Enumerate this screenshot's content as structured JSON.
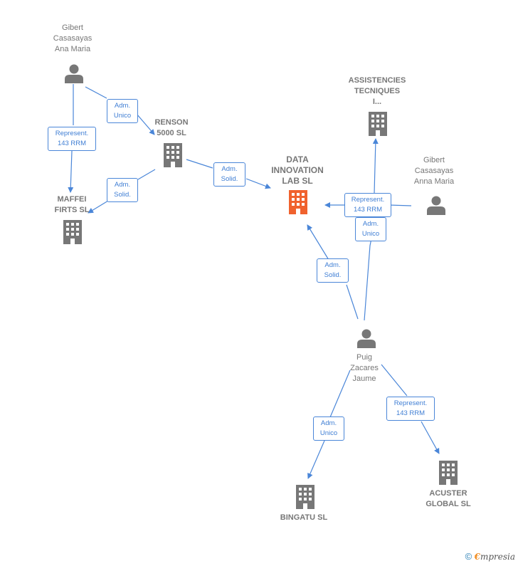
{
  "nodes": {
    "gibert_ana": [
      "Gibert",
      "Casasayas",
      "Ana Maria"
    ],
    "renson": [
      "RENSON",
      "5000  SL"
    ],
    "maffei": [
      "MAFFEI",
      "FIRTS  SL"
    ],
    "data_innovation": [
      "DATA",
      "INNOVATION",
      "LAB  SL"
    ],
    "assistencies": [
      "ASSISTENCIES",
      "TECNIQUES",
      "I..."
    ],
    "gibert_anna": [
      "Gibert",
      "Casasayas",
      "Anna Maria"
    ],
    "puig": [
      "Puig",
      "Zacares",
      "Jaume"
    ],
    "bingatu": [
      "BINGATU  SL"
    ],
    "acuster": [
      "ACUSTER",
      "GLOBAL SL"
    ]
  },
  "relations": {
    "r1": [
      "Adm.",
      "Unico"
    ],
    "r2": [
      "Represent.",
      "143 RRM"
    ],
    "r3": [
      "Adm.",
      "Solid."
    ],
    "r4": [
      "Adm.",
      "Solid."
    ],
    "r5": [
      "Represent.",
      "143 RRM"
    ],
    "r6": [
      "Adm.",
      "Unico"
    ],
    "r7": [
      "Adm.",
      "Solid."
    ],
    "r8": [
      "Adm.",
      "Unico"
    ],
    "r9": [
      "Represent.",
      "143 RRM"
    ]
  },
  "footer": {
    "copyright": "©",
    "brand_e": "€",
    "brand_rest": "mpresia"
  },
  "colors": {
    "link": "#4a86d8",
    "node": "#777777",
    "highlight": "#f0622e"
  },
  "icons": {
    "person": "person-icon",
    "company": "building-icon",
    "main_company": "building-icon-highlight"
  }
}
